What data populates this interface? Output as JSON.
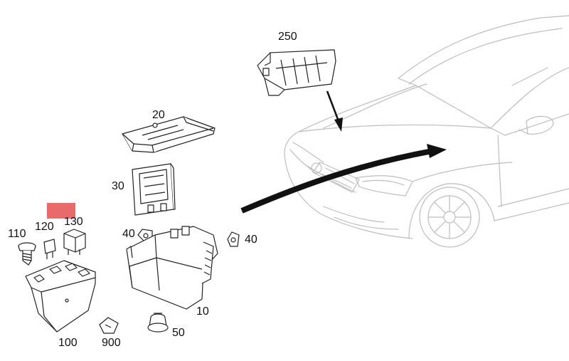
{
  "diagram": {
    "part_labels": {
      "p250": "250",
      "p20": "20",
      "p30": "30",
      "p40a": "40",
      "p40b": "40",
      "p110": "110",
      "p120": "120",
      "p130": "130",
      "p10": "10",
      "p50": "50",
      "p100": "100",
      "p900": "900"
    },
    "highlight_color": "#e86a6a"
  }
}
